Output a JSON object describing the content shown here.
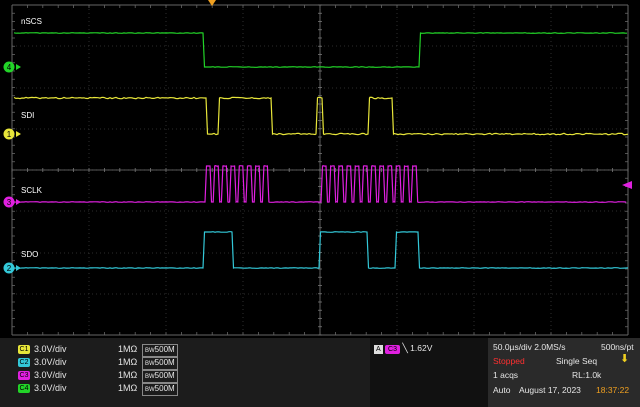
{
  "waveforms": [
    {
      "label": "nSCS",
      "channel": "4",
      "color": "#22d428"
    },
    {
      "label": "SDI",
      "channel": "1",
      "color": "#e8e63a"
    },
    {
      "label": "SCLK",
      "channel": "3",
      "color": "#e020e0"
    },
    {
      "label": "SDO",
      "channel": "2",
      "color": "#33c8d8"
    }
  ],
  "channels": [
    {
      "name": "C1",
      "vdiv": "3.0V/div",
      "impedance": "1MΩ",
      "bw": "500M",
      "color": "#e8e63a"
    },
    {
      "name": "C2",
      "vdiv": "3.0V/div",
      "impedance": "1MΩ",
      "bw": "500M",
      "color": "#33c8d8"
    },
    {
      "name": "C3",
      "vdiv": "3.0V/div",
      "impedance": "1MΩ",
      "bw": "500M",
      "color": "#e020e0"
    },
    {
      "name": "C4",
      "vdiv": "3.0V/div",
      "impedance": "1MΩ",
      "bw": "500M",
      "color": "#22d428"
    }
  ],
  "bw_prefix": "BW",
  "trigger": {
    "mode": "A",
    "source": "C3",
    "slope": "falling",
    "level": "1.62V"
  },
  "acquisition": {
    "timebase": "50.0µs/div 2.0MS/s",
    "resolution": "500ns/pt",
    "state": "Stopped",
    "seq_mode": "Single Seq",
    "acqs": "1 acqs",
    "record_length": "RL:1.0k",
    "trigger_mode": "Auto",
    "date": "August 17, 2023",
    "time": "18:37:22"
  }
}
